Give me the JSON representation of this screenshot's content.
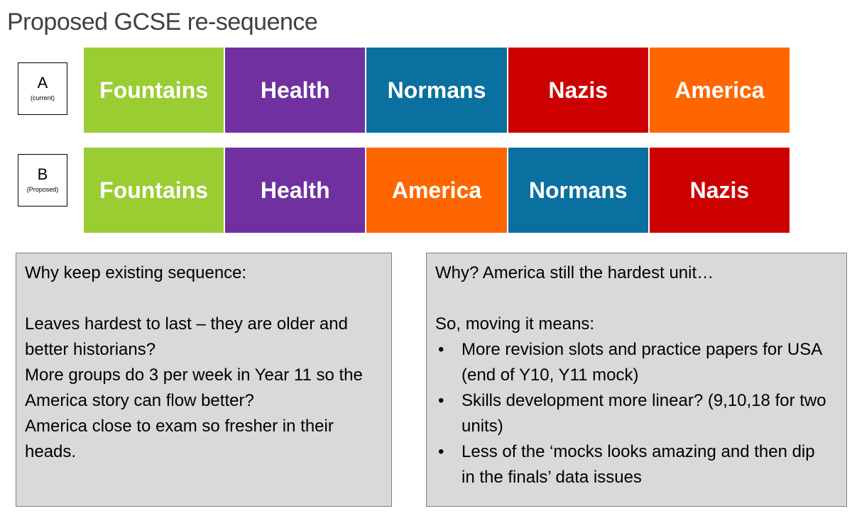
{
  "title": "Proposed GCSE re-sequence",
  "colors": {
    "Fountains": "#9acd32",
    "Health": "#7030a0",
    "Normans": "#0a70a0",
    "Nazis": "#cc0000",
    "America": "#ff6600"
  },
  "sequences": [
    {
      "letter": "A",
      "sub": "(current)",
      "units": [
        "Fountains",
        "Health",
        "Normans",
        "Nazis",
        "America"
      ]
    },
    {
      "letter": "B",
      "sub": "(Proposed)",
      "units": [
        "Fountains",
        "Health",
        "America",
        "Normans",
        "Nazis"
      ]
    }
  ],
  "left_note": {
    "heading": "Why keep existing sequence:",
    "lines": [
      "Leaves hardest to last – they are older and better historians?",
      "More groups do 3 per week in Year 11 so the America story can flow better?",
      "America close to exam so fresher in their heads."
    ]
  },
  "right_note": {
    "heading": "Why? America still the hardest unit…",
    "intro": "So, moving it means:",
    "bullets": [
      "More revision slots and practice papers for USA (end of Y10, Y11 mock)",
      "Skills development more linear? (9,10,18 for two units)",
      "Less of the ‘mocks looks amazing and then dip in the finals’ data issues"
    ]
  }
}
